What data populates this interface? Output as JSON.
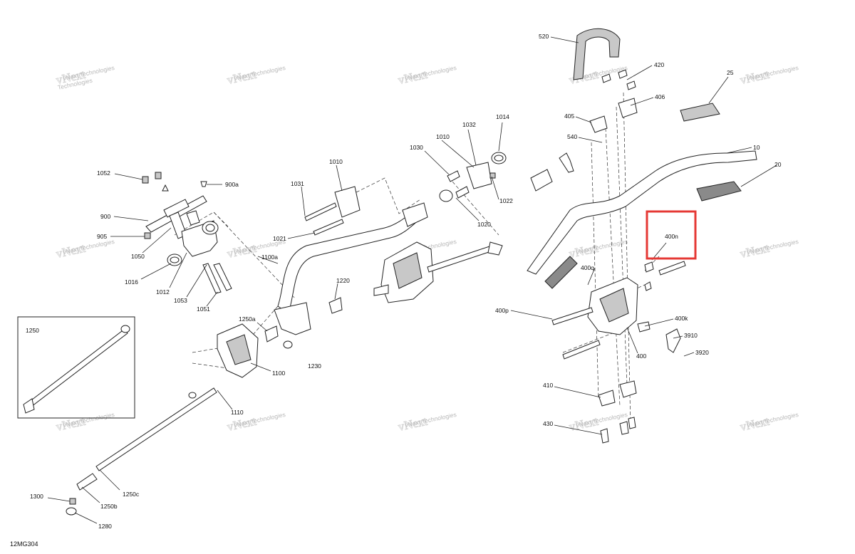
{
  "diagram_code": "12MG304",
  "watermark": {
    "line1": "vNext Technologies",
    "line2": "Technologies"
  },
  "callouts": {
    "c520": "520",
    "c420": "420",
    "c25": "25",
    "c406": "406",
    "c405": "405",
    "c540": "540",
    "c1014": "1014",
    "c1032": "1032",
    "c1010a": "1010",
    "c1030": "1030",
    "c1010b": "1010",
    "c10": "10",
    "c20": "20",
    "c1052": "1052",
    "c900a": "900a",
    "c1031": "1031",
    "c1022": "1022",
    "c900": "900",
    "c1020": "1020",
    "c905": "905",
    "c1021": "1021",
    "c1050": "1050",
    "c1100a": "1100a",
    "c400n": "400n",
    "c1016": "1016",
    "c1012": "1012",
    "c1053": "1053",
    "c1051": "1051",
    "c400q": "400q",
    "c1220": "1220",
    "c400p": "400p",
    "c1250": "1250",
    "c1250a": "1250a",
    "c400k": "400k",
    "c3910": "3910",
    "c400": "400",
    "c3920": "3920",
    "c1100": "1100",
    "c1230": "1230",
    "c410": "410",
    "c1110": "1110",
    "c430": "430",
    "c1300": "1300",
    "c1250c": "1250c",
    "c1250b": "1250b",
    "c1280": "1280"
  },
  "highlight": {
    "target": "400n",
    "color": "#e53935"
  }
}
